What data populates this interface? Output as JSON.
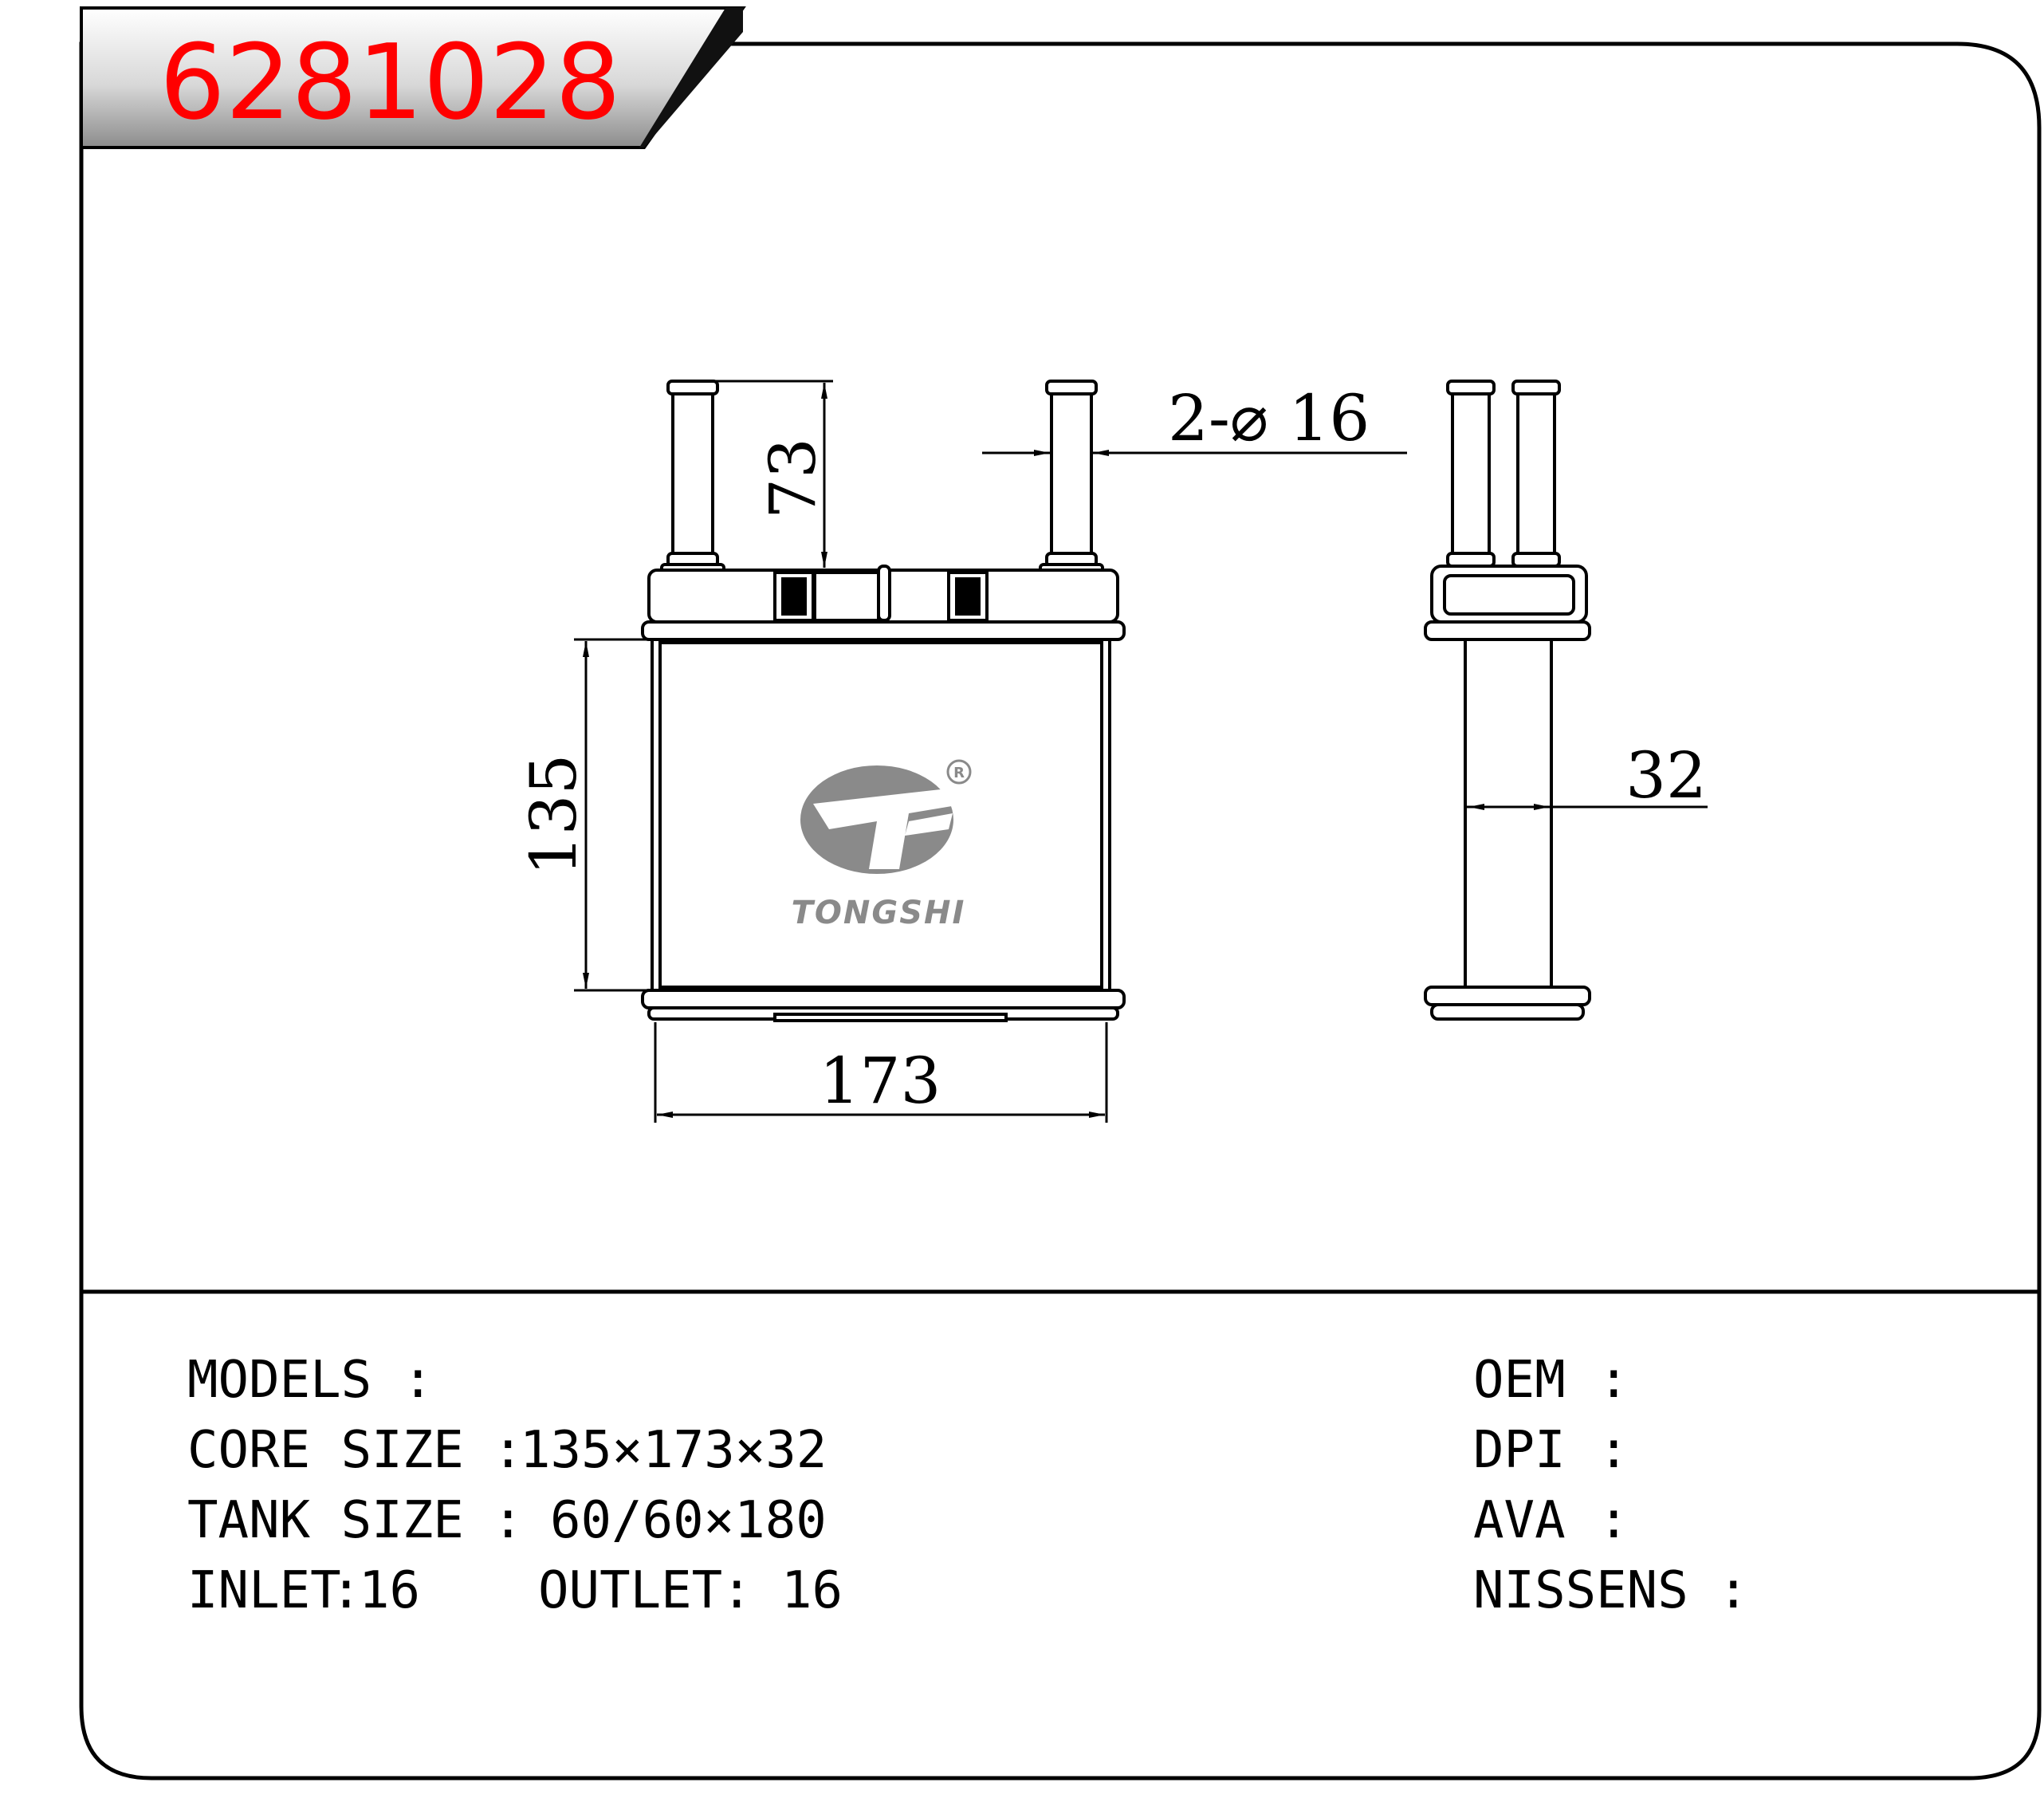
{
  "header": {
    "part_number": "6281028",
    "accent_color": "#ff0000"
  },
  "dimensions": {
    "pipe_length": "73",
    "pipe_diameter": "2-⌀ 16",
    "core_height": "135",
    "core_width": "173",
    "core_thickness": "32"
  },
  "logo": {
    "brand": "TONGSHI",
    "registered_mark": "R"
  },
  "specs_left": [
    {
      "label": "MODELS",
      "sep": ":",
      "value": ""
    },
    {
      "label": "CORE SIZE",
      "sep": ":",
      "value": "135×173×32"
    },
    {
      "label": "TANK SIZE",
      "sep": ":",
      "value": "60/60×180"
    },
    {
      "label": "INLET",
      "sep": ":",
      "value": "16"
    }
  ],
  "outlet": {
    "label": "OUTLET",
    "sep": ":",
    "value": "16"
  },
  "specs_right": [
    {
      "label": "OEM",
      "sep": ":",
      "value": ""
    },
    {
      "label": "DPI",
      "sep": ":",
      "value": ""
    },
    {
      "label": "AVA",
      "sep": ":",
      "value": ""
    },
    {
      "label": "NISSENS",
      "sep": ":",
      "value": ""
    }
  ]
}
